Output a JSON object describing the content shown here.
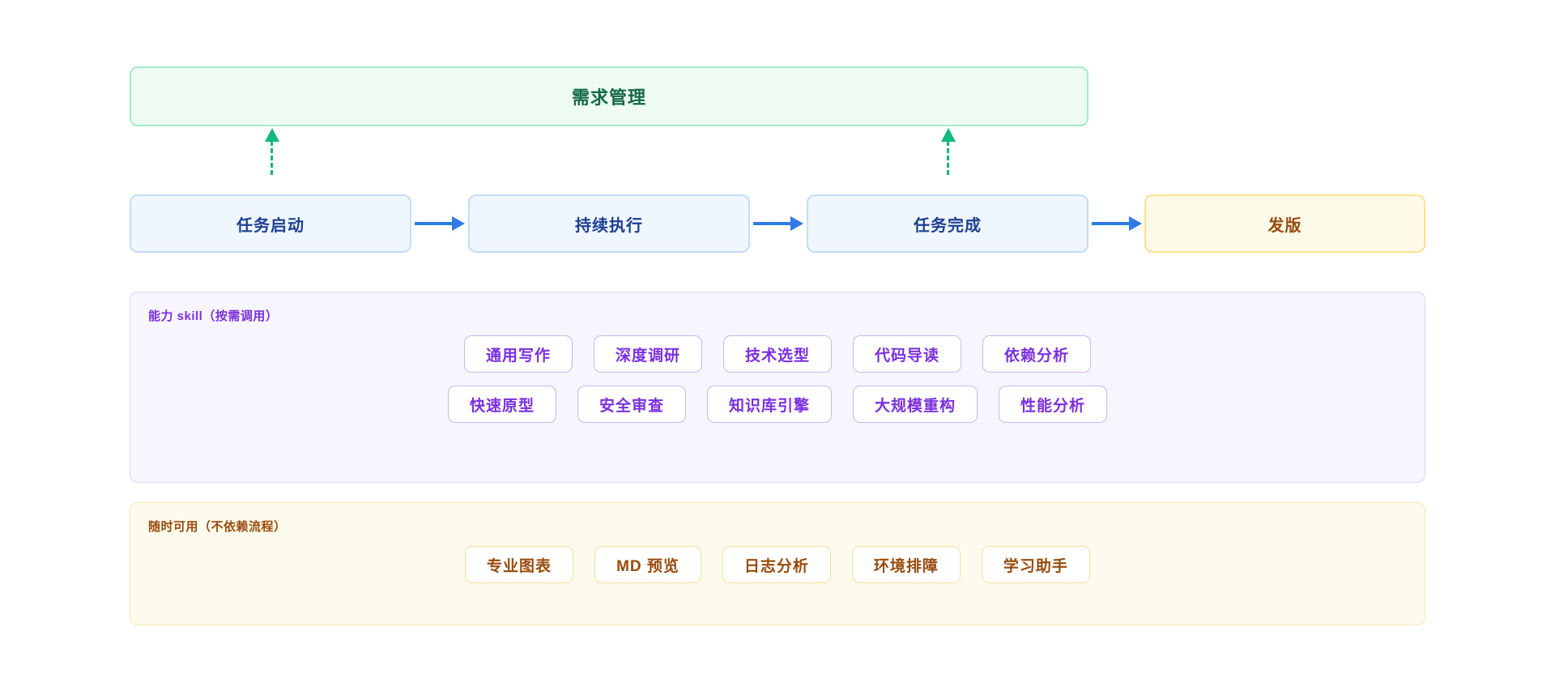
{
  "banner": {
    "label": "需求管理",
    "text_color": "#12694a",
    "bg_color": "#edfbf3",
    "border_color": "#a3ecc6"
  },
  "connectors": {
    "color": "#10b981",
    "style": "dashed-up-arrow",
    "from_nodes": [
      "任务启动",
      "任务完成"
    ],
    "to": "需求管理"
  },
  "flow": {
    "arrow_color": "#2f7ae5",
    "nodes": [
      {
        "label": "任务启动",
        "kind": "blue"
      },
      {
        "label": "持续执行",
        "kind": "blue"
      },
      {
        "label": "任务完成",
        "kind": "blue"
      },
      {
        "label": "发版",
        "kind": "yellow"
      }
    ]
  },
  "skill_panel": {
    "title": "能力 skill（按需调用）",
    "accent": "#7c2fe0",
    "bg_color": "#f7f5fe",
    "rows": [
      [
        "通用写作",
        "深度调研",
        "技术选型",
        "代码导读",
        "依赖分析"
      ],
      [
        "快速原型",
        "安全审查",
        "知识库引擎",
        "大规模重构",
        "性能分析"
      ]
    ]
  },
  "always_panel": {
    "title": "随时可用（不依赖流程）",
    "accent": "#9a4b0c",
    "bg_color": "#fdfbee",
    "rows": [
      [
        "专业图表",
        "MD 预览",
        "日志分析",
        "环境排障",
        "学习助手"
      ]
    ]
  }
}
